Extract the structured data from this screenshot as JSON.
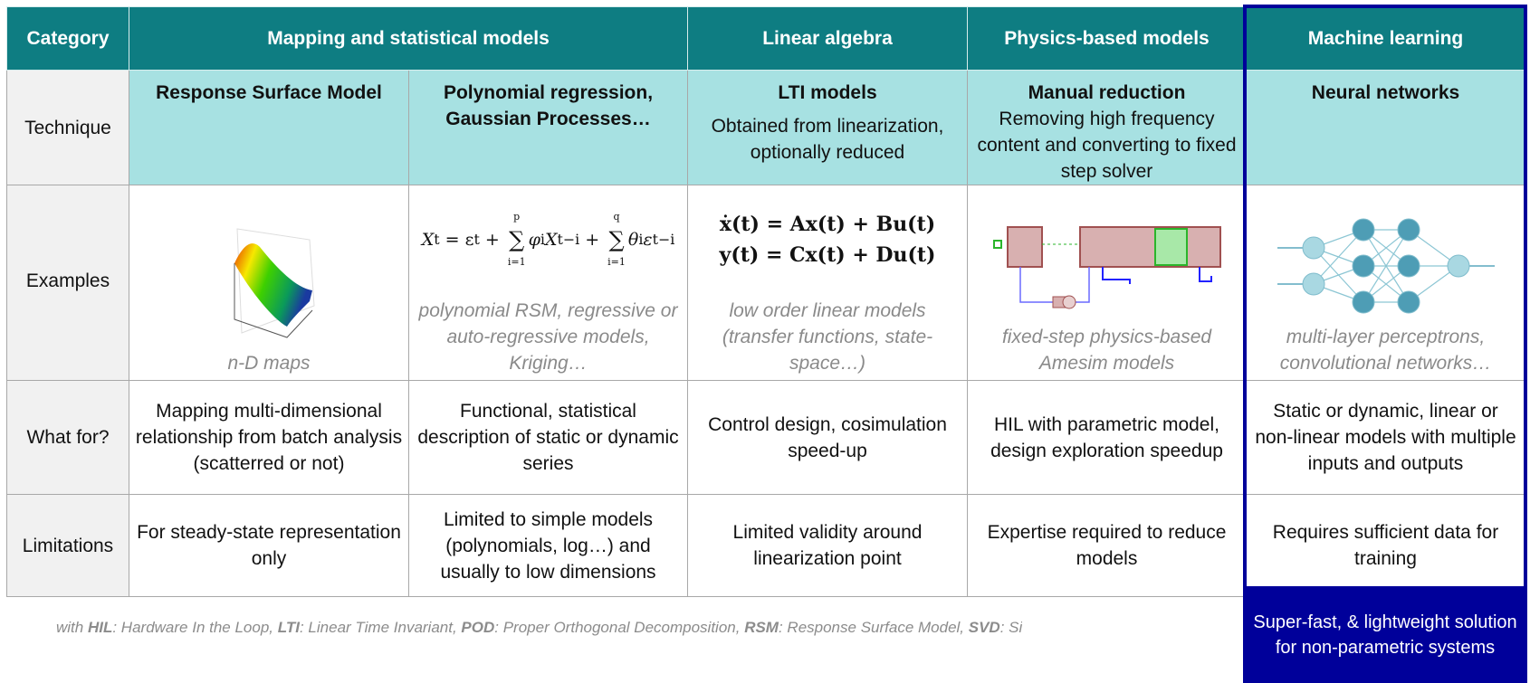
{
  "header": {
    "category": "Category",
    "groups": [
      "Mapping and statistical models",
      "Linear algebra",
      "Physics-based models",
      "Machine learning"
    ]
  },
  "rows": {
    "technique": "Technique",
    "examples": "Examples",
    "what_for": "What for?",
    "limitations": "Limitations"
  },
  "columns": [
    {
      "technique_title": "Response Surface Model",
      "technique_desc": "",
      "example_caption": "n-D maps",
      "what_for": "Mapping multi-dimensional relationship from batch analysis (scatterred or not)",
      "limitation": "For steady-state representation only"
    },
    {
      "technique_title": "Polynomial regression, Gaussian Processes…",
      "technique_desc": "",
      "example_caption": "polynomial RSM, regressive or auto-regressive models, Kriging…",
      "what_for": "Functional, statistical description of static or dynamic series",
      "limitation": "Limited to simple models (polynomials, log…) and usually to low dimensions"
    },
    {
      "technique_title": "LTI models",
      "technique_desc": "Obtained from linearization, optionally reduced",
      "example_caption": "low order linear models (transfer functions, state-space…)",
      "what_for": "Control design, cosimulation speed-up",
      "limitation": "Limited validity around linearization point"
    },
    {
      "technique_title": "Manual reduction",
      "technique_desc": "Removing high frequency content and converting to fixed step solver",
      "example_caption": "fixed-step physics-based Amesim models",
      "what_for": "HIL with parametric model, design exploration speedup",
      "limitation": "Expertise required to reduce models"
    },
    {
      "technique_title": "Neural networks",
      "technique_desc": "",
      "example_caption": "multi-layer perceptrons, convolutional networks…",
      "what_for": "Static or dynamic, linear or non-linear models with multiple inputs and outputs",
      "limitation": "Requires sufficient data for training"
    }
  ],
  "equations": {
    "arma": {
      "lhs": "X",
      "lhs_sub": "t",
      "eq": " = ε",
      "eps_sub": "t",
      "plus": " + ",
      "sum1_top": "p",
      "sum1_bot": "i=1",
      "term1": "φ",
      "term1_sub": "i",
      "term1b": "X",
      "term1b_sub": "t−i",
      "sum2_top": "q",
      "sum2_bot": "i=1",
      "term2": "θ",
      "term2_sub": "i",
      "term2b": "ε",
      "term2b_sub": "t−i",
      "sigma": "∑"
    },
    "state_space": [
      "ẋ(t) = Ax(t) + Bu(t)",
      "y(t) = Cx(t) + Du(t)"
    ]
  },
  "highlight": {
    "text": "Super-fast, & lightweight solution for non-parametric systems",
    "color": "#00009a"
  },
  "footnote": {
    "prefix": "with ",
    "items": [
      {
        "abbr": "HIL",
        "def": ": Hardware In the Loop, "
      },
      {
        "abbr": "LTI",
        "def": ": Linear Time Invariant, "
      },
      {
        "abbr": "POD",
        "def": ": Proper Orthogonal Decomposition, "
      },
      {
        "abbr": "RSM",
        "def": ": Response Surface Model, "
      },
      {
        "abbr": "SVD",
        "def": ": Si"
      }
    ]
  },
  "colors": {
    "header": "#0e7d82",
    "technique_bg": "#a7e1e2",
    "label_bg": "#f1f1f1",
    "caption": "#8a8a8a"
  }
}
